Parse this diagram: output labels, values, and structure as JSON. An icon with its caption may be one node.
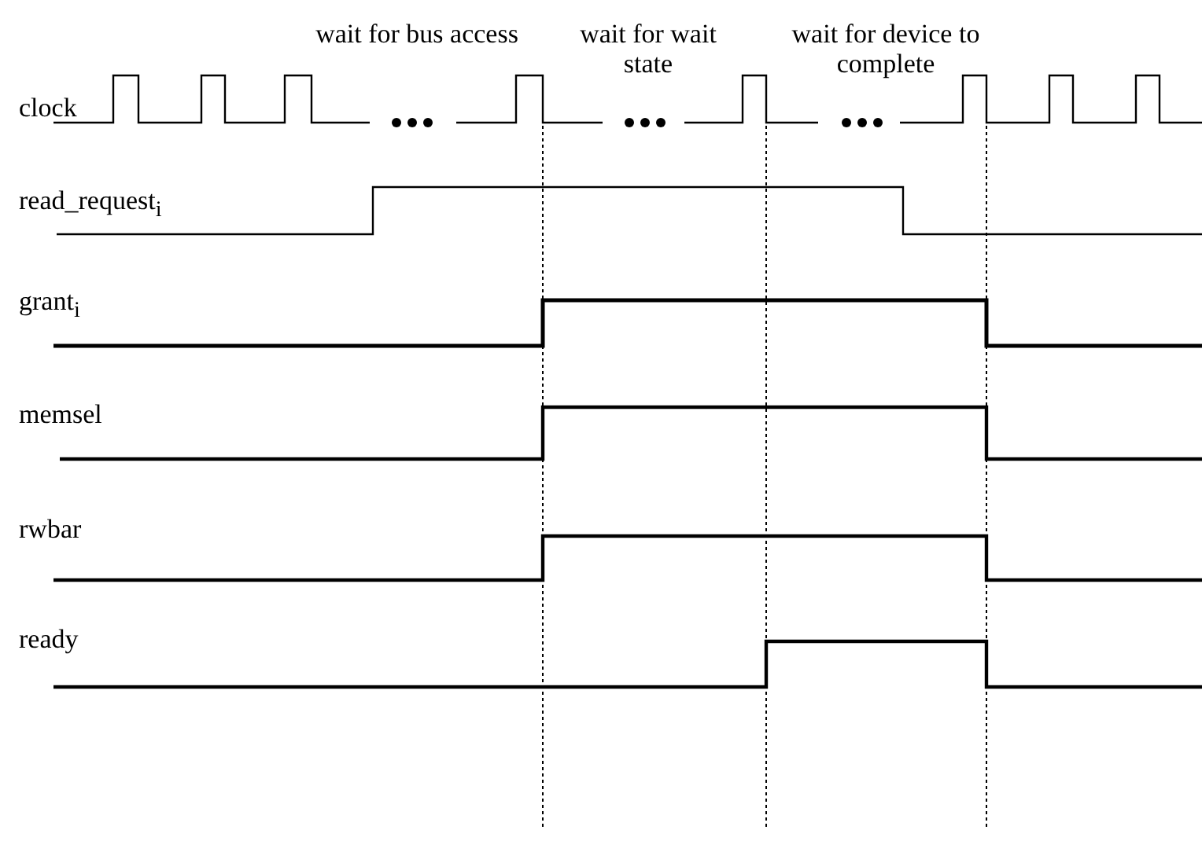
{
  "diagram": {
    "labels": [
      "wait for bus access",
      "wait for wait state",
      "wait for device to complete",
      "clock",
      "read_request$_{i}$",
      "grant$_{i}$",
      "memsel",
      "rwbar",
      "ready"
    ]
  }
}
